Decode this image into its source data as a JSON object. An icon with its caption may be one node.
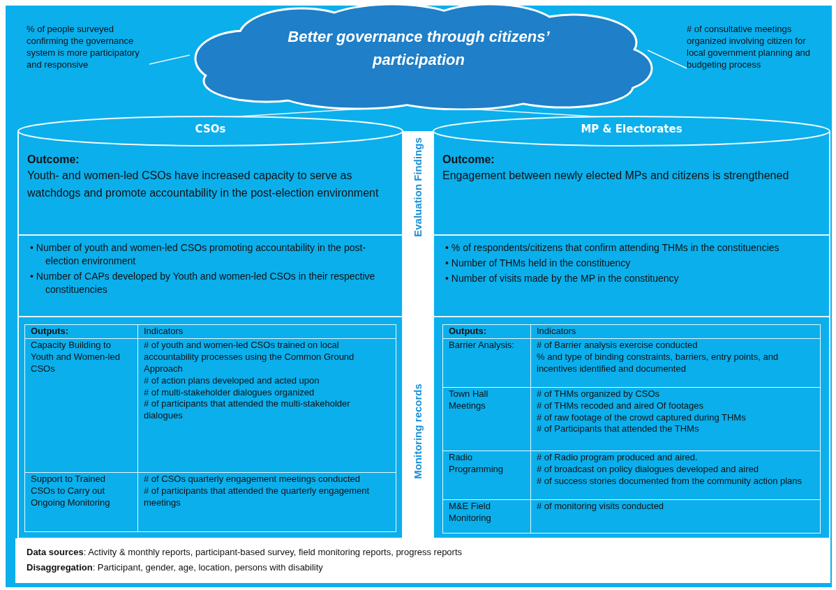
{
  "diagram": {
    "nodes": [
      {
        "text": [
          "Better governance through citizens’ participation"
        ]
      },
      {
        "text": [
          "% of people surveyed confirming the governance system is more participatory and responsive"
        ]
      },
      {
        "text": [
          "# of consultative meetings organized involving citizen for local government planning and budgeting process"
        ]
      },
      {
        "text": [
          "CSOs"
        ]
      },
      {
        "text": [
          "MP & Electorates"
        ]
      },
      {
        "text": [
          "Outcome:",
          "Youth- and women-led CSOs have increased capacity to serve as watchdogs and promote accountability in the post-election environment"
        ],
        "in": 3
      },
      {
        "text": [
          "• Number of youth and women-led CSOs promoting accountability in the post-election environment",
          "• Number of CAPs developed by Youth and women-led CSOs in their respective constituencies"
        ],
        "in": 3
      },
      {
        "text": [
          "Outcome:",
          "Engagement between newly elected MPs and citizens is strengthened"
        ],
        "in": 4
      },
      {
        "text": [
          "• % of respondents/citizens that confirm attending THMs in the constituencies",
          "• Number of THMs held in the constituency",
          "• Number of visits made by the MP in the constituency"
        ],
        "in": 4
      }
    ],
    "edges": [
      {
        "from": 1,
        "to": 0,
        "arrow": "none"
      },
      {
        "from": 2,
        "to": 0,
        "arrow": "none"
      },
      {
        "from": 0,
        "to": 3,
        "arrow": "none"
      },
      {
        "from": 0,
        "to": 4,
        "arrow": "none"
      }
    ],
    "labels": [
      "Evaluation Findings",
      "Monitoring records",
      "Outputs:",
      "Indicators",
      "Capacity Building to Youth and Women-led CSOs",
      "# of youth and women-led CSOs trained on local accountability processes using the Common Ground Approach",
      "# of action plans developed and acted upon",
      "# of multi-stakeholder dialogues organized",
      "# of participants that attended the multi-stakeholder dialogues",
      "Support to Trained CSOs to Carry out Ongoing Monitoring",
      "# of CSOs quarterly engagement meetings conducted",
      "# of participants that attended the quarterly engagement meetings",
      "Outputs:",
      "Indicators",
      "Barrier Analysis:",
      "# of Barrier analysis exercise conducted",
      "% and type of binding constraints, barriers, entry points, and incentives identified and documented",
      "Town Hall Meetings",
      "# of THMs organized by CSOs",
      "# of THMs recoded and aired Of footages",
      "# of raw footage of the crowd captured during THMs",
      "# of Participants that attended the THMs",
      "Radio Programming",
      "# of Radio program produced and aired.",
      "# of broadcast on policy dialogues developed and aired",
      "# of success stories documented from the community action plans",
      "M&E Field Monitoring",
      "# of monitoring visits conducted",
      "**Data sources**: Activity & monthly reports, participant-based survey, field monitoring reports, progress reports",
      "**Disaggregation**: Participant, gender, age, location, persons with disability"
    ]
  }
}
